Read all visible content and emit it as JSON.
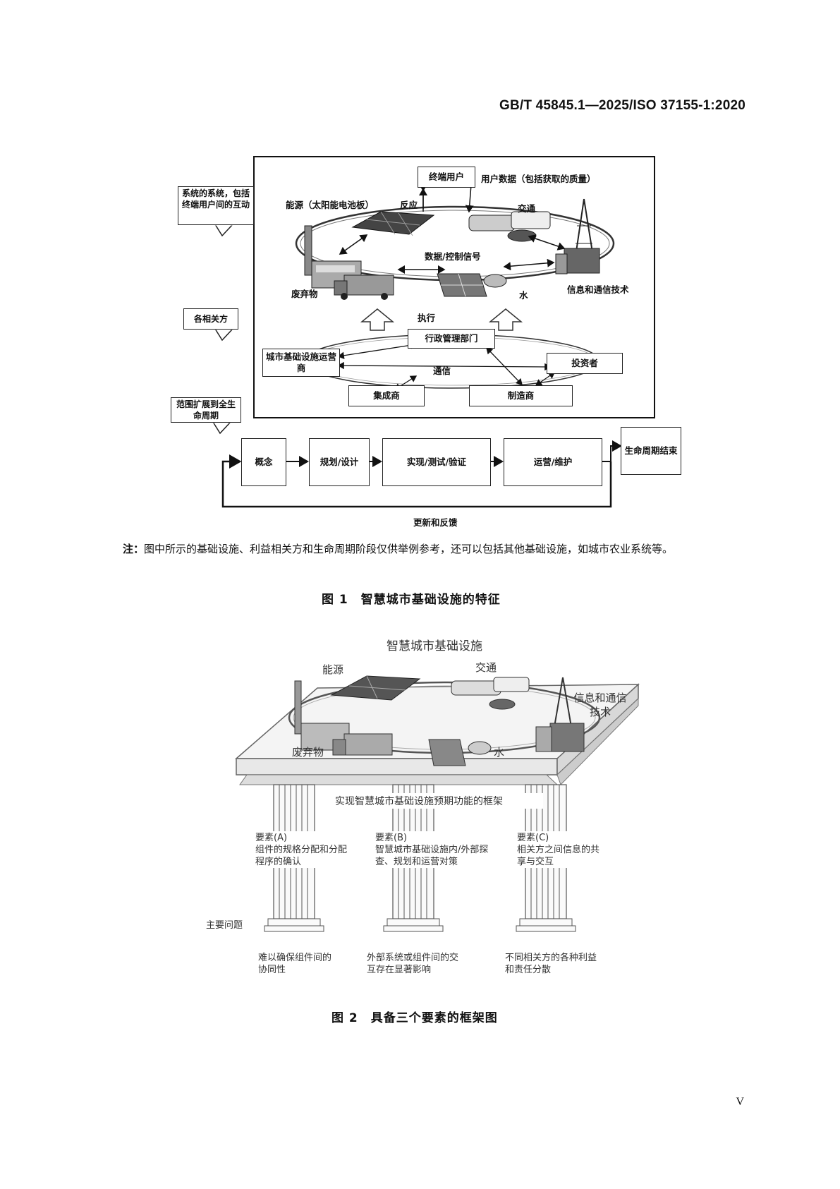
{
  "header": {
    "doc_id": "GB/T 45845.1—2025/ISO 37155-1:2020"
  },
  "figure1": {
    "callouts": {
      "system_of_systems": "系统的系统，包括终端用户间的互动",
      "stakeholders": "各相关方",
      "lifecycle": "范围扩展到全生命周期"
    },
    "top": {
      "end_user": "终端用户",
      "user_data": "用户数据（包括获取的质量）",
      "energy": "能源（太阳能电池板）",
      "response": "反应",
      "traffic": "交通",
      "data_signal": "数据/控制信号",
      "waste": "废弃物",
      "water": "水",
      "ict": "信息和通信技术"
    },
    "execute": "执行",
    "stakeholders": {
      "admin": "行政管理部门",
      "operator": "城市基础设施运营商",
      "communication": "通信",
      "investor": "投资者",
      "integrator": "集成商",
      "manufacturer": "制造商"
    },
    "lifecycle": {
      "concept": "概念",
      "planning": "规划/设计",
      "implement": "实现/测试/验证",
      "operate": "运营/维护",
      "end": "生命周期结束",
      "feedback": "更新和反馈"
    },
    "note_key": "注：",
    "note_text": "图中所示的基础设施、利益相关方和生命周期阶段仅供举例参考，还可以包括其他基础设施，如城市农业系统等。",
    "caption": "图 1　智慧城市基础设施的特征"
  },
  "figure2": {
    "title": "智慧城市基础设施",
    "energy": "能源",
    "traffic": "交通",
    "ict": "信息和通信技术",
    "waste": "废弃物",
    "water": "水",
    "framework": "实现智慧城市基础设施预期功能的框架",
    "element_a": "要素(A)\n组件的规格分配和分配程序的确认",
    "element_b": "要素(B)\n智慧城市基础设施内/外部探查、规划和运营对策",
    "element_c": "要素(C)\n相关方之间信息的共享与交互",
    "main_issues": "主要问题",
    "issue_a": "难以确保组件间的协同性",
    "issue_b": "外部系统或组件间的交互存在显著影响",
    "issue_c": "不同相关方的各种利益和责任分散",
    "caption": "图 2　具备三个要素的框架图"
  },
  "page_number": "V"
}
